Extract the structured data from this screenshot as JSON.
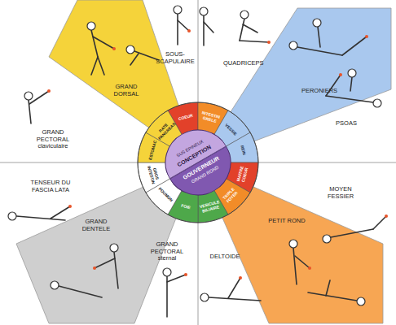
{
  "diagram": {
    "nodes": [
      {
        "text": [
          "CONCEPTION",
          "SUS EPINEUX"
        ]
      },
      {
        "text": [
          "GOUVERNEUR",
          "GRAND ROND"
        ]
      }
    ],
    "labels": [
      "GRAND DORSAL",
      "SOUS-SCAPULAIRE",
      "QUADRICEPS",
      "PERONIERS",
      "PSOAS",
      "MOYEN FESSIER",
      "PETIT ROND",
      "DELTOIDE",
      "GRAND PECTORAL sternal",
      "GRAND DENTELE",
      "TENSEUR DU FASCIA LATA",
      "GRAND PECTORAL claviculaire",
      "COEUR",
      "INTESTIN GRELE",
      "VESSIE",
      "REIN",
      "MAITRE COEUR",
      "TRIPLE FOYER",
      "VESICULE BILIAIRE",
      "FOIE",
      "POUMON",
      "GROS INTESTIN",
      "ESTOMAC",
      "RATE PANCREAS"
    ]
  }
}
